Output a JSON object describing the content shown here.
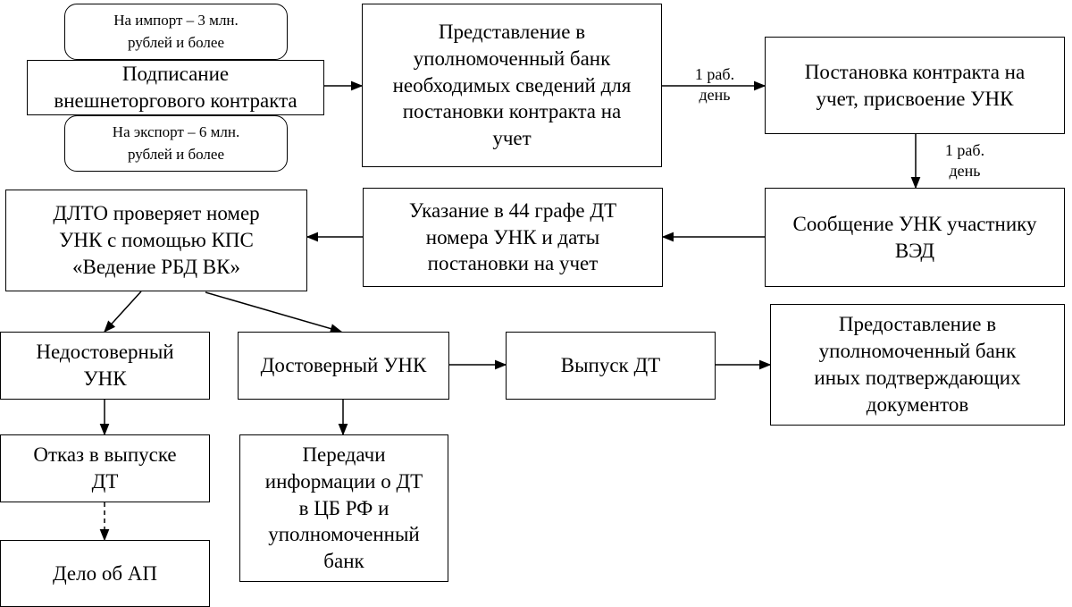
{
  "nodes": {
    "import_threshold": "На импорт – 3 млн.\nрублей и более",
    "sign_contract": "Подписание\nвнешнеторгового контракта",
    "export_threshold": "На экспорт – 6 млн.\nрублей и более",
    "submit_to_bank": "Представление в\nуполномоченный банк\nнеобходимых сведений для\nпостановки контракта на\nучет",
    "register_contract": "Постановка контракта на\nучет, присвоение УНК",
    "notify_participant": "Сообщение УНК участнику\nВЭД",
    "declaration_field": "Указание в 44 графе ДТ\nномера УНК и даты\nпостановки на учет",
    "customs_check": "ДЛТО проверяет номер\nУНК с помощью КПС\n«Ведение РБД ВК»",
    "invalid_unk": "Недостоверный\nУНК",
    "valid_unk": "Достоверный УНК",
    "release": "Выпуск ДТ",
    "provide_docs": "Предоставление в\nуполномоченный банк\nиных подтверждающих\nдокументов",
    "refusal": "Отказ в выпуске\nДТ",
    "transfer_info": "Передачи\nинформации о ДТ\nв ЦБ РФ и\nуполномоченный\nбанк",
    "admin_case": "Дело об АП"
  },
  "labels": {
    "one_day_top": "1 раб.\nдень",
    "one_day_right": "1 раб.\nдень"
  },
  "edges": [
    {
      "from": "sign_contract",
      "to": "submit_to_bank",
      "style": "solid"
    },
    {
      "from": "submit_to_bank",
      "to": "register_contract",
      "style": "solid",
      "label": "1 раб.\nдень"
    },
    {
      "from": "register_contract",
      "to": "notify_participant",
      "style": "solid",
      "label": "1 раб.\nдень"
    },
    {
      "from": "notify_participant",
      "to": "declaration_field",
      "style": "solid"
    },
    {
      "from": "declaration_field",
      "to": "customs_check",
      "style": "solid"
    },
    {
      "from": "customs_check",
      "to": "invalid_unk",
      "style": "solid"
    },
    {
      "from": "customs_check",
      "to": "valid_unk",
      "style": "solid"
    },
    {
      "from": "valid_unk",
      "to": "release",
      "style": "solid"
    },
    {
      "from": "release",
      "to": "provide_docs",
      "style": "solid"
    },
    {
      "from": "invalid_unk",
      "to": "refusal",
      "style": "solid"
    },
    {
      "from": "valid_unk",
      "to": "transfer_info",
      "style": "solid"
    },
    {
      "from": "refusal",
      "to": "admin_case",
      "style": "dashed"
    }
  ]
}
